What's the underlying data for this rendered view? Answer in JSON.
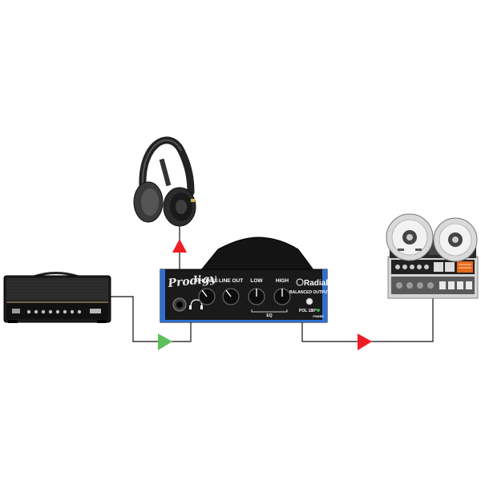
{
  "device": {
    "brand_script": "Prodigy",
    "logo": "Radial",
    "knobs": [
      "PHONES",
      "LINE OUT",
      "LOW",
      "HIGH"
    ],
    "eq_label": "EQ",
    "balanced_output": "BALANCED OUTPUT",
    "pol_label": "POL 180°",
    "power_label": "POWER"
  },
  "colors": {
    "signal_in": "#5cc05c",
    "signal_out": "#ee1c24",
    "device_body": "#1a1a1a",
    "device_trim": "#2f6fd0"
  },
  "icons": {
    "amp": "guitar-amp-head-icon",
    "headphones": "headphones-icon",
    "tape": "reel-to-reel-recorder-icon"
  }
}
